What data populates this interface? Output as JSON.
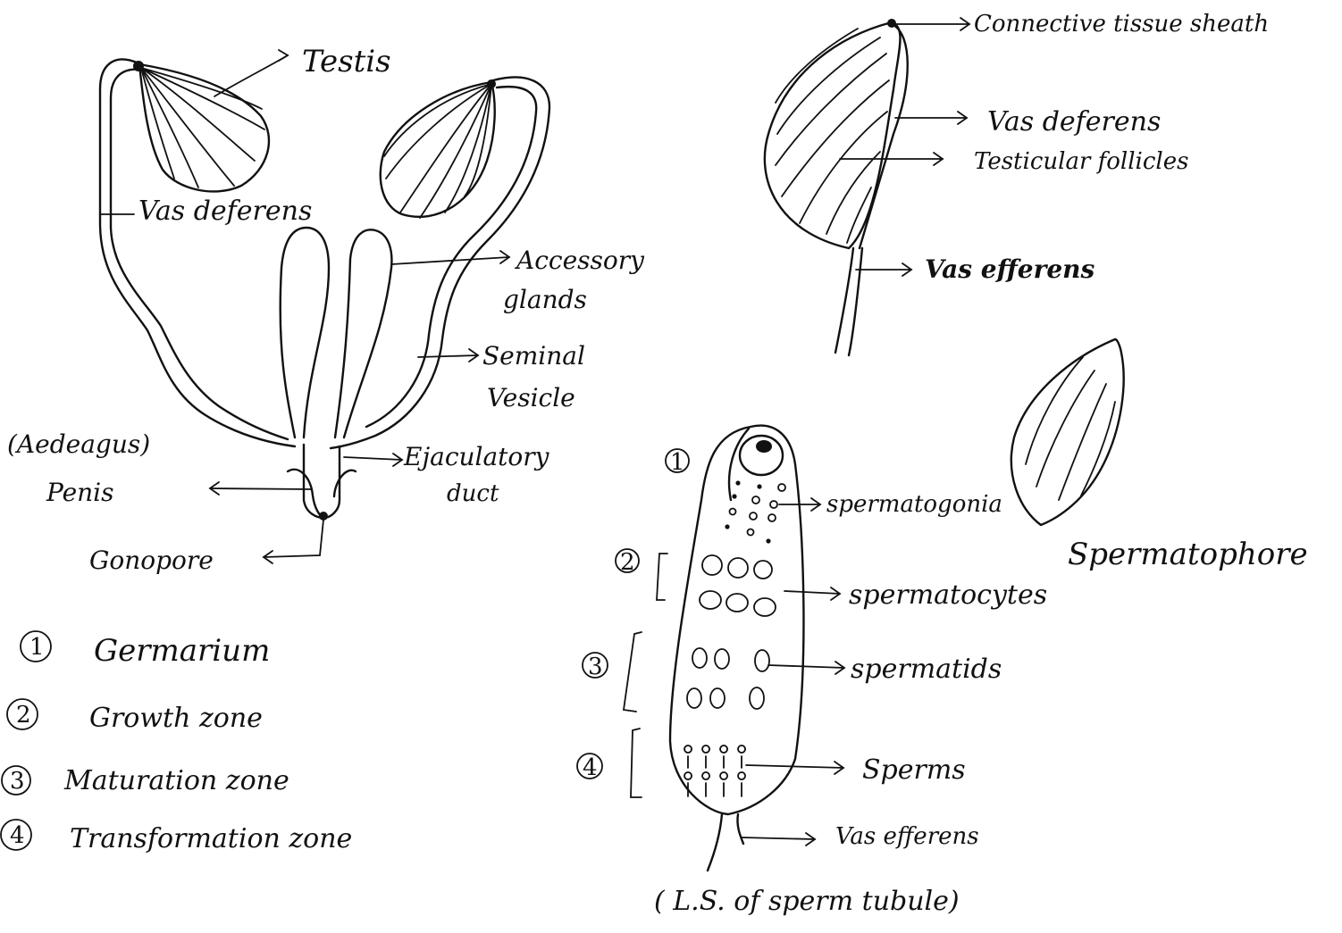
{
  "reproductive_system": {
    "testis": "Testis",
    "vas_deferens": "Vas deferens",
    "accessory_glands": [
      "Accessory",
      "glands"
    ],
    "seminal_vesicle": [
      "Seminal",
      "Vesicle"
    ],
    "aedeagus": "(Aedeagus)",
    "penis": "Penis",
    "ejaculatory_duct": [
      "Ejaculatory",
      "duct"
    ],
    "gonopore": "Gonopore"
  },
  "testis_detail": {
    "connective_tissue_sheath": "Connective tissue sheath",
    "vas_deferens": "Vas deferens",
    "testicular_follicles": "Testicular follicles",
    "vas_efferens": "Vas efferens"
  },
  "sperm_tubule": {
    "zones": [
      {
        "number": "1",
        "name": "Germarium"
      },
      {
        "number": "2",
        "name": "Growth zone"
      },
      {
        "number": "3",
        "name": "Maturation zone"
      },
      {
        "number": "4",
        "name": "Transformation zone"
      }
    ],
    "spermatogonia": "spermatogonia",
    "spermatocytes": "spermatocytes",
    "spermatids": "spermatids",
    "sperms": "Sperms",
    "vas_efferens": "Vas efferens",
    "caption": "( L.S. of sperm tubule)"
  },
  "spermatophore": "Spermatophore"
}
